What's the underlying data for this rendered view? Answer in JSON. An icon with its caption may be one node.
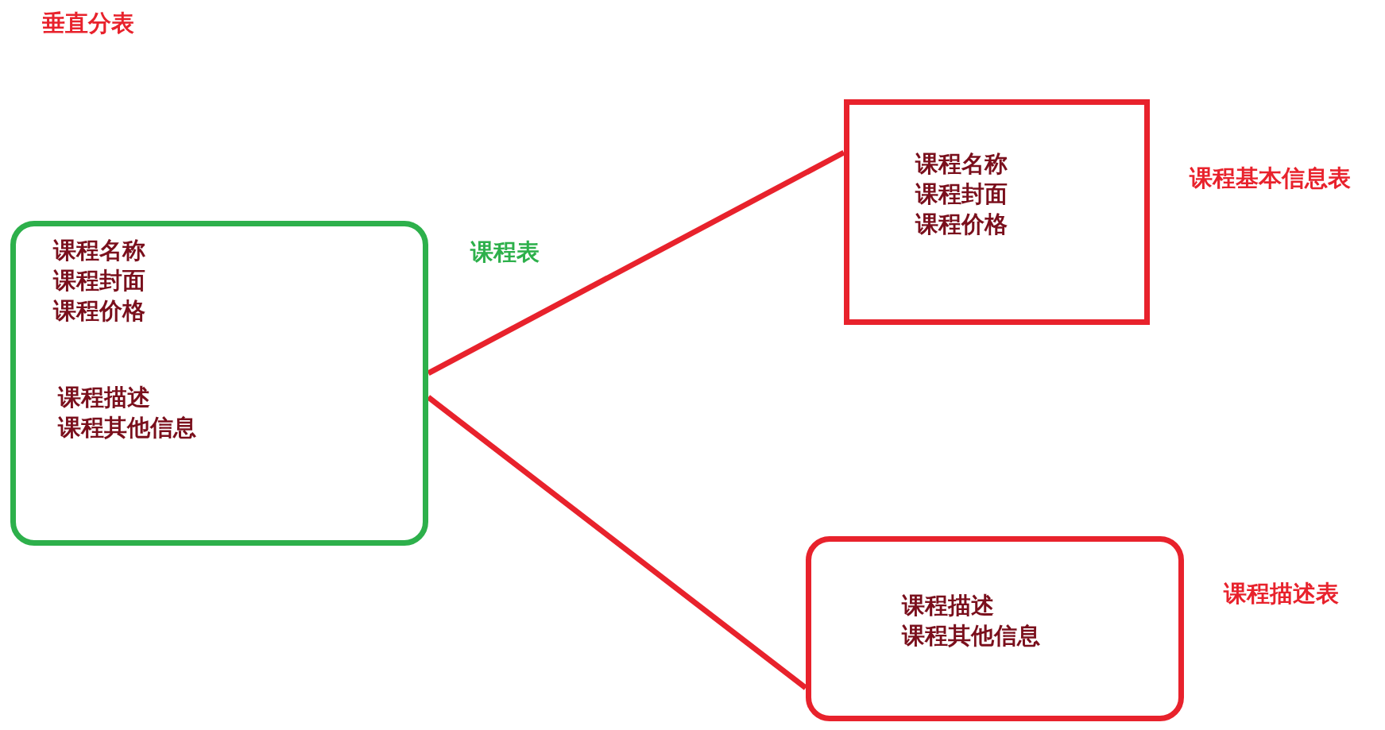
{
  "diagram": {
    "title": "垂直分表",
    "nodes": [
      {
        "text": [
          "课程名称",
          "课程封面",
          "课程价格",
          "课程描述",
          "课程其他信息"
        ],
        "beside": [
          "课程表"
        ]
      },
      {
        "text": [
          "课程名称",
          "课程封面",
          "课程价格"
        ],
        "beside": [
          "课程基本信息表"
        ]
      },
      {
        "text": [
          "课程描述",
          "课程其他信息"
        ],
        "beside": [
          "课程描述表"
        ]
      }
    ],
    "edges": [
      {
        "from": 0,
        "to": 1,
        "arrow": "none"
      },
      {
        "from": 0,
        "to": 2,
        "arrow": "none"
      }
    ]
  }
}
